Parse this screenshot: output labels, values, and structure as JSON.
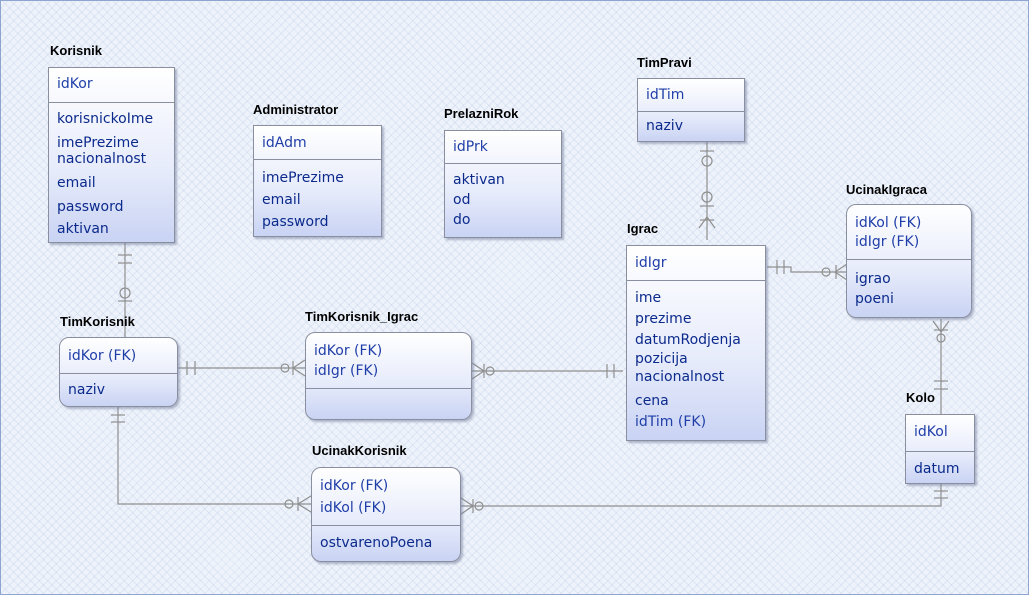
{
  "entities": {
    "korisnik": {
      "name": "Korisnik",
      "keys": [
        "idKor"
      ],
      "attrs": [
        "korisnickoIme",
        "imePrezime",
        "nacionalnost",
        "email",
        "password",
        "aktivan"
      ]
    },
    "administrator": {
      "name": "Administrator",
      "keys": [
        "idAdm"
      ],
      "attrs": [
        "imePrezime",
        "email",
        "password"
      ]
    },
    "prelazni_rok": {
      "name": "PrelazniRok",
      "keys": [
        "idPrk"
      ],
      "attrs": [
        "aktivan",
        "od",
        "do"
      ]
    },
    "tim_pravi": {
      "name": "TimPravi",
      "keys": [
        "idTim"
      ],
      "attrs": [
        "naziv"
      ]
    },
    "igrac": {
      "name": "Igrac",
      "keys": [
        "idIgr"
      ],
      "attrs": [
        "ime",
        "prezime",
        "datumRodjenja",
        "pozicija",
        "nacionalnost",
        "cena",
        "idTim (FK)"
      ]
    },
    "ucinak_igraca": {
      "name": "UcinakIgraca",
      "keys": [
        "idKol (FK)",
        "idIgr (FK)"
      ],
      "attrs": [
        "igrao",
        "poeni"
      ]
    },
    "tim_korisnik": {
      "name": "TimKorisnik",
      "keys": [
        "idKor (FK)"
      ],
      "attrs": [
        "naziv"
      ]
    },
    "tim_korisnik_igrac": {
      "name": "TimKorisnik_Igrac",
      "keys": [
        "idKor (FK)",
        "idIgr (FK)"
      ],
      "attrs": []
    },
    "kolo": {
      "name": "Kolo",
      "keys": [
        "idKol"
      ],
      "attrs": [
        "datum"
      ]
    },
    "ucinak_korisnik": {
      "name": "UcinakKorisnik",
      "keys": [
        "idKor (FK)",
        "idKol (FK)"
      ],
      "attrs": [
        "ostvarenoPoena"
      ]
    }
  },
  "colors": {
    "key_text": "#1f3ea8",
    "attr_text": "#0b2a8c",
    "line": "#8f8f8f",
    "canvas": "#eef3fb"
  }
}
